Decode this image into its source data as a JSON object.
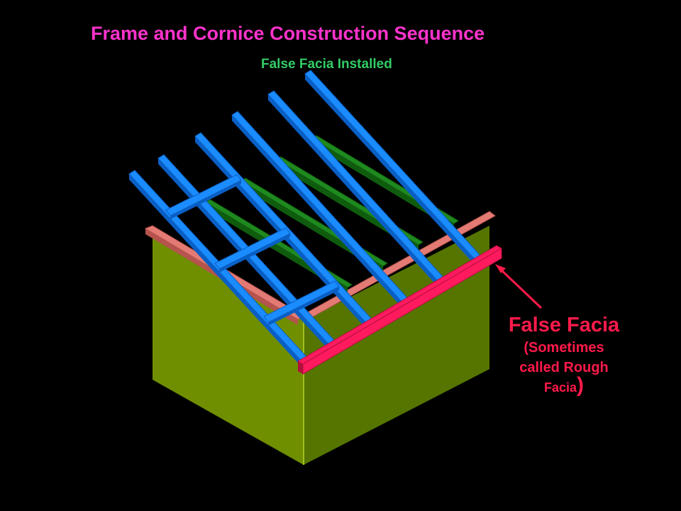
{
  "title": "Frame and Cornice Construction Sequence",
  "subtitle": "False Facia Installed",
  "callout": {
    "label": "False Facia",
    "note_line1": "(Sometimes",
    "note_line2": "called Rough",
    "note_line3": "Facia",
    "note_close": ")"
  },
  "colors": {
    "background": "#000000",
    "title": "#ff33cc",
    "subtitle": "#33cc66",
    "callout": "#ff1a4a",
    "rafter": "#1a8cff",
    "rafter_edge": "#0a5fc4",
    "ceiling_joist": "#1f8a1f",
    "ceiling_joist_edge": "#0f5c0f",
    "top_plate": "#e37b74",
    "top_plate_edge": "#b5534d",
    "wall_front": "#557500",
    "wall_side": "#6f8f00",
    "false_facia": "#ff1a5e",
    "false_facia_edge": "#b0103c"
  }
}
